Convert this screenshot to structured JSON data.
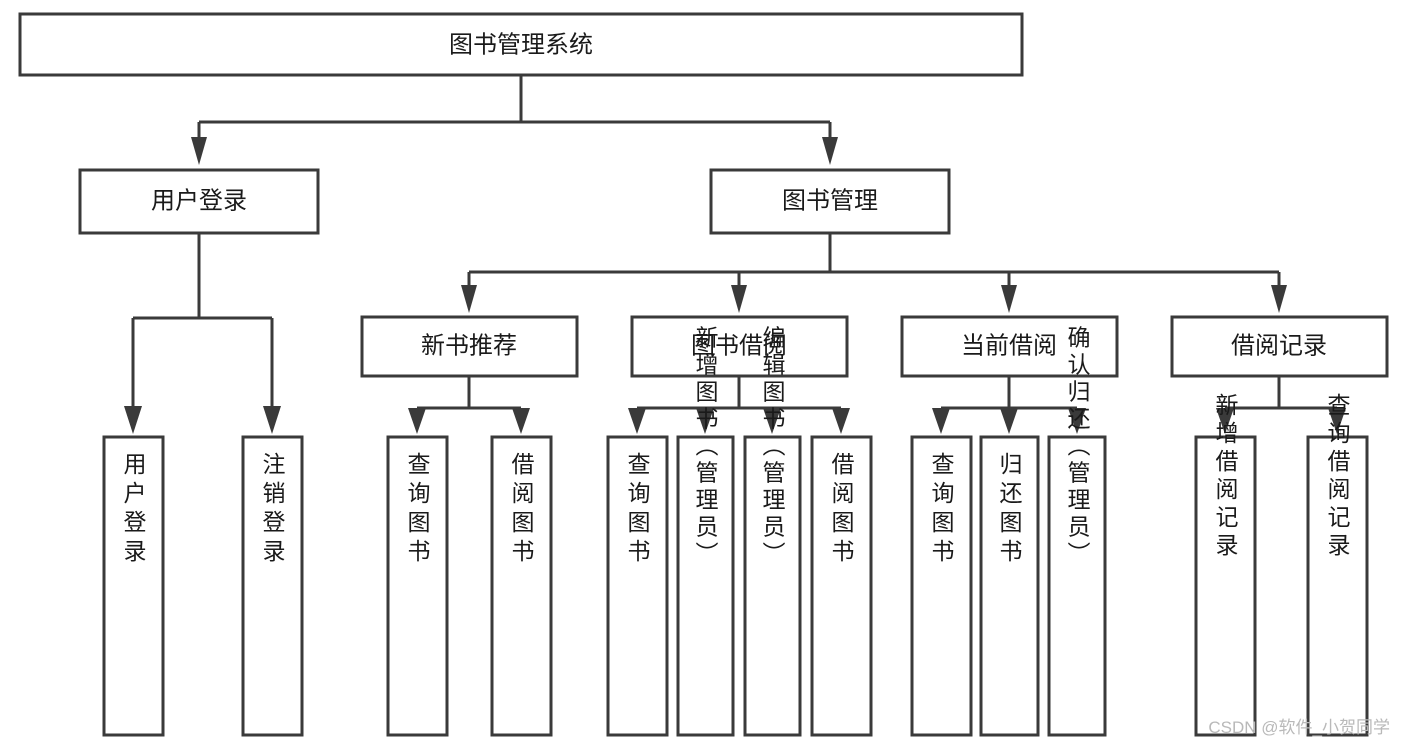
{
  "diagram": {
    "title": "图书管理系统",
    "type": "tree-hierarchy",
    "root": {
      "id": "root",
      "label": "图书管理系统"
    },
    "level2": [
      {
        "id": "user-login",
        "label": "用户登录"
      },
      {
        "id": "book-manage",
        "label": "图书管理"
      }
    ],
    "level3": [
      {
        "id": "new-book-recommend",
        "label": "新书推荐",
        "parent": "book-manage"
      },
      {
        "id": "book-borrow",
        "label": "图书借阅",
        "parent": "book-manage"
      },
      {
        "id": "current-borrow",
        "label": "当前借阅",
        "parent": "book-manage"
      },
      {
        "id": "borrow-record",
        "label": "借阅记录",
        "parent": "book-manage"
      }
    ],
    "leaves": {
      "user-login": [
        {
          "id": "leaf-user-login",
          "label": "用户登录"
        },
        {
          "id": "leaf-logout",
          "label": "注销登录"
        }
      ],
      "new-book-recommend": [
        {
          "id": "leaf-query-book-1",
          "label": "查询图书"
        },
        {
          "id": "leaf-borrow-book-1",
          "label": "借阅图书"
        }
      ],
      "book-borrow": [
        {
          "id": "leaf-query-book-2",
          "label": "查询图书"
        },
        {
          "id": "leaf-add-book",
          "label": "新增图书（管理员）"
        },
        {
          "id": "leaf-edit-book",
          "label": "编辑图书（管理员）"
        },
        {
          "id": "leaf-borrow-book-2",
          "label": "借阅图书"
        }
      ],
      "current-borrow": [
        {
          "id": "leaf-query-book-3",
          "label": "查询图书"
        },
        {
          "id": "leaf-return-book",
          "label": "归还图书"
        },
        {
          "id": "leaf-confirm-return",
          "label": "确认归还（管理员）"
        }
      ],
      "borrow-record": [
        {
          "id": "leaf-add-record",
          "label": "新增借阅记录"
        },
        {
          "id": "leaf-query-record",
          "label": "查询借阅记录"
        }
      ]
    },
    "watermark": "CSDN @软件_小贺同学",
    "colors": {
      "stroke": "#3a3a3a",
      "fill": "#ffffff",
      "text": "#1a1a1a",
      "watermark": "#b9b9b9"
    }
  }
}
